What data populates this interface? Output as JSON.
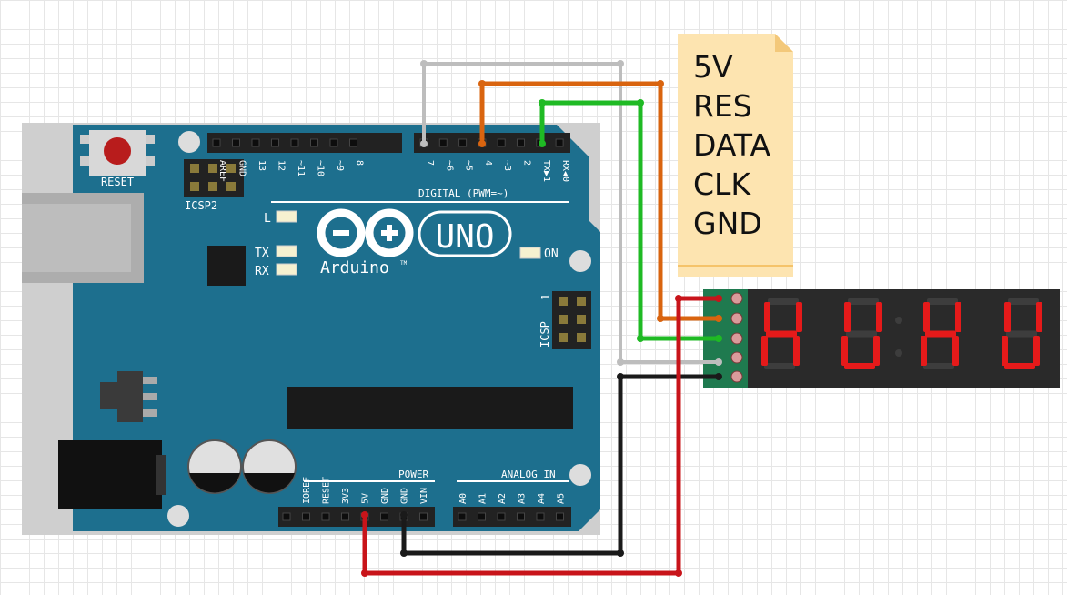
{
  "board": {
    "reset_label": "RESET",
    "icsp2_label": "ICSP2",
    "icsp_label": "ICSP",
    "icsp_pin1": "1",
    "logo_text": "Arduino",
    "logo_tm": "TM",
    "model": "UNO",
    "led_l": "L",
    "led_tx": "TX",
    "led_rx": "RX",
    "led_on": "ON",
    "digital_label": "DIGITAL (PWM=~)",
    "power_label": "POWER",
    "analog_label": "ANALOG IN",
    "top_header_pins": [
      "AREF",
      "GND",
      "13",
      "12",
      "~11",
      "~10",
      "~9",
      "8",
      "7",
      "~6",
      "~5",
      "4",
      "~3",
      "2",
      "TX▶1",
      "RX◀0"
    ],
    "power_pins": [
      "IOREF",
      "RESET",
      "3V3",
      "5V",
      "GND",
      "GND",
      "VIN"
    ],
    "analog_pins": [
      "A0",
      "A1",
      "A2",
      "A3",
      "A4",
      "A5"
    ]
  },
  "note": {
    "lines": [
      "5V",
      "RES",
      "DATA",
      "CLK",
      "GND"
    ]
  },
  "display": {
    "digits": [
      "H",
      "U",
      "H",
      "U"
    ],
    "segment_color": "#e51a1a"
  },
  "wires": [
    {
      "from": "5V",
      "to": "display pin 1",
      "color": "#c8141a"
    },
    {
      "from": "4",
      "to": "display pin 2",
      "color": "#d9640f"
    },
    {
      "from": "TX▶1",
      "to": "display pin 3",
      "color": "#1fba24"
    },
    {
      "from": "7",
      "to": "display pin 4",
      "color": "#bdbdbd"
    },
    {
      "from": "GND",
      "to": "display pin 5",
      "color": "#1a1a1a"
    }
  ],
  "colors": {
    "board": "#1d6f8e",
    "note": "#fde4b0"
  }
}
